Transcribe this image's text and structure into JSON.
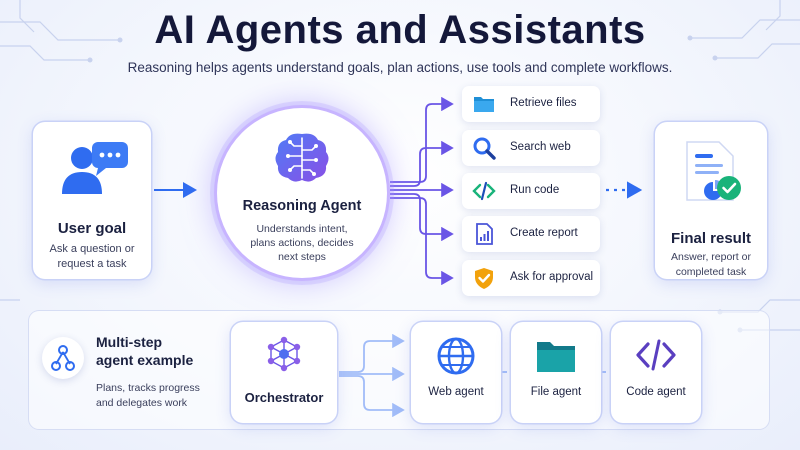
{
  "header": {
    "title": "AI Agents and Assistants",
    "subtitle": "Reasoning helps agents understand goals, plan actions, use tools and complete workflows."
  },
  "user_goal": {
    "title": "User goal",
    "desc_line1": "Ask a question or",
    "desc_line2": "request a task",
    "icon": "user-with-chat-bubble-icon"
  },
  "reasoning_agent": {
    "title": "Reasoning Agent",
    "desc_line1": "Understands intent,",
    "desc_line2": "plans actions, decides",
    "desc_line3": "next steps",
    "icon": "brain-icon"
  },
  "tools": [
    {
      "label": "Retrieve files",
      "icon": "folder-icon"
    },
    {
      "label": "Search web",
      "icon": "magnifier-icon"
    },
    {
      "label": "Run code",
      "icon": "code-icon"
    },
    {
      "label": "Create report",
      "icon": "report-icon"
    },
    {
      "label": "Ask for approval",
      "icon": "shield-check-icon"
    }
  ],
  "final_result": {
    "title": "Final result",
    "desc_line1": "Answer, report or",
    "desc_line2": "completed task",
    "icon": "document-check-icon"
  },
  "multi_step": {
    "title_line1": "Multi-step",
    "title_line2": "agent example",
    "desc_line1": "Plans, tracks progress",
    "desc_line2": "and delegates work",
    "icon": "workflow-icon"
  },
  "orchestrator": {
    "label": "Orchestrator",
    "icon": "network-icon"
  },
  "agents": [
    {
      "label": "Web agent",
      "icon": "globe-icon"
    },
    {
      "label": "File agent",
      "icon": "folder-icon"
    },
    {
      "label": "Code agent",
      "icon": "code-icon"
    }
  ],
  "colors": {
    "accent_blue": "#2f6cf0",
    "accent_purple": "#7b4fe0",
    "green": "#19b37a",
    "amber": "#f2a20c",
    "text_dark": "#14183a"
  }
}
